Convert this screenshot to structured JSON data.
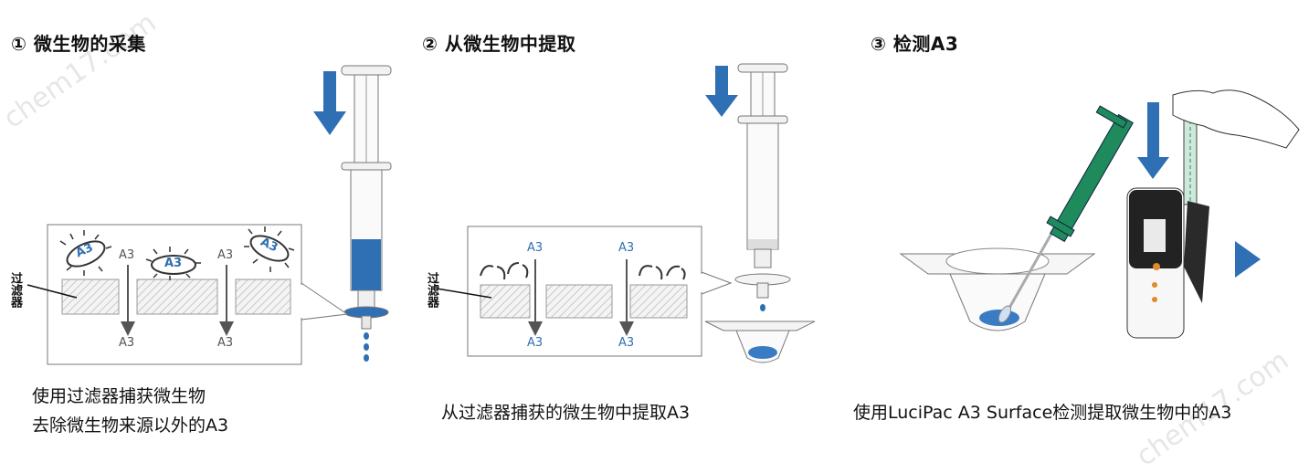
{
  "steps": [
    {
      "title": "① 微生物的采集",
      "caption_lines": [
        "使用过滤器捕获微生物",
        "去除微生物来源以外的A3"
      ],
      "filter_label": "过滤器",
      "microbe_label": "A3",
      "flow_label": "A3"
    },
    {
      "title": "② 从微生物中提取",
      "caption_lines": [
        "从过滤器捕获的微生物中提取A3"
      ],
      "filter_label": "过滤器",
      "flow_label": "A3"
    },
    {
      "title": "③ 检测A3",
      "caption_lines": [
        "使用LuciPac A3 Surface检测提取微生物中的A3"
      ]
    }
  ],
  "watermark": "chem17.com",
  "colors": {
    "accent_blue": "#2f6fb3",
    "liquid_blue": "#3a7cc4",
    "swab_green": "#1f8a5c",
    "device_orange": "#e08a2a"
  }
}
